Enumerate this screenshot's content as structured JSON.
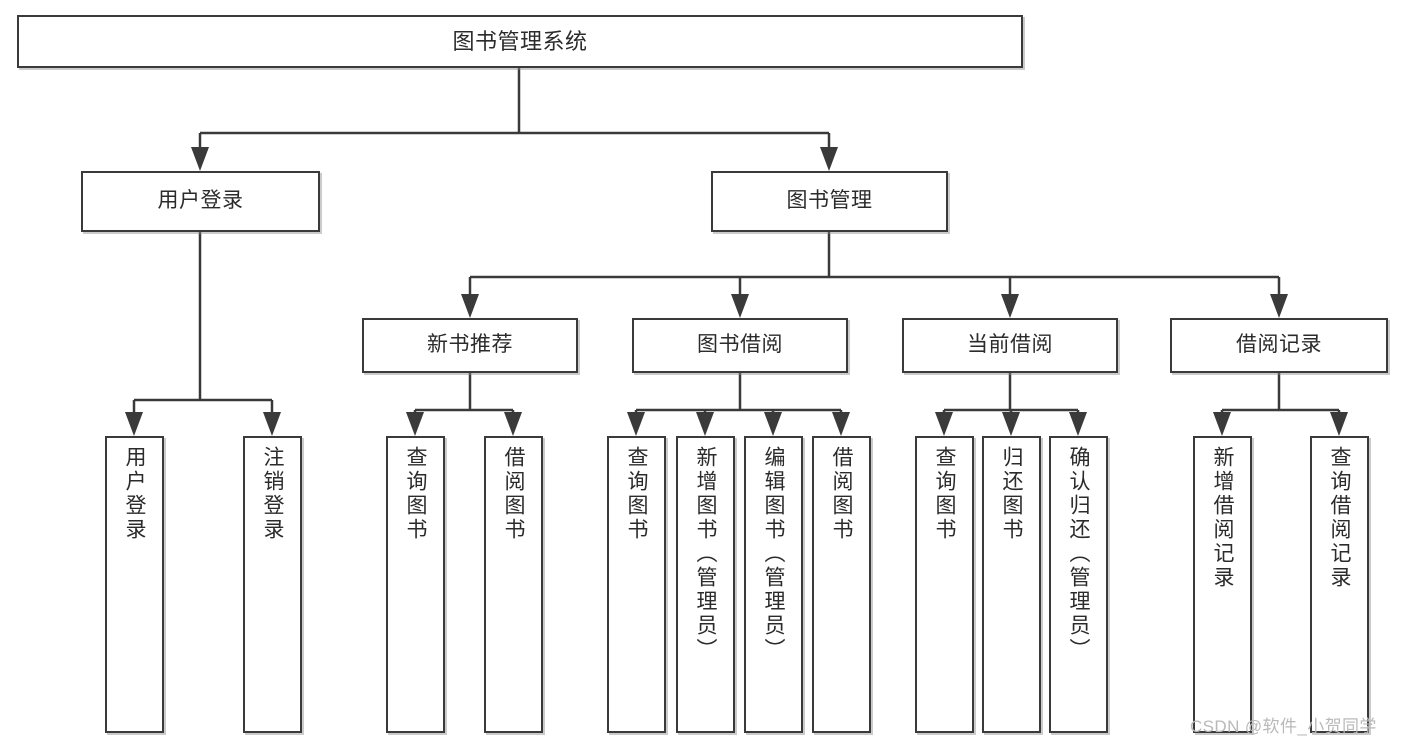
{
  "diagram": {
    "type": "tree-hierarchy-diagram",
    "title": "图书管理系统",
    "watermark": "CSDN @软件_小贺同学",
    "colors": {
      "stroke": "#3a3a3a",
      "fill": "#ffffff",
      "text": "#2b2b2b",
      "watermark": "#b9b9b9"
    },
    "levels": {
      "root": "图书管理系统",
      "level2": [
        "用户登录",
        "图书管理"
      ],
      "level3": [
        "新书推荐",
        "图书借阅",
        "当前借阅",
        "借阅记录"
      ]
    },
    "nodes": {
      "root": {
        "label": "图书管理系统"
      },
      "user_login": {
        "label": "用户登录"
      },
      "book_manage": {
        "label": "图书管理"
      },
      "new_book_rec": {
        "label": "新书推荐"
      },
      "book_borrow": {
        "label": "图书借阅"
      },
      "current_borrow": {
        "label": "当前借阅"
      },
      "borrow_record": {
        "label": "借阅记录"
      }
    },
    "leaves": {
      "user_login": [
        {
          "label": "用户登录"
        },
        {
          "label": "注销登录"
        }
      ],
      "new_book_rec": [
        {
          "label": "查询图书"
        },
        {
          "label": "借阅图书"
        }
      ],
      "book_borrow": [
        {
          "label": "查询图书"
        },
        {
          "label": "新增图书（管理员）"
        },
        {
          "label": "编辑图书（管理员）"
        },
        {
          "label": "借阅图书"
        }
      ],
      "current_borrow": [
        {
          "label": "查询图书"
        },
        {
          "label": "归还图书"
        },
        {
          "label": "确认归还（管理员）"
        }
      ],
      "borrow_record": [
        {
          "label": "新增借阅记录"
        },
        {
          "label": "查询借阅记录"
        }
      ]
    }
  }
}
